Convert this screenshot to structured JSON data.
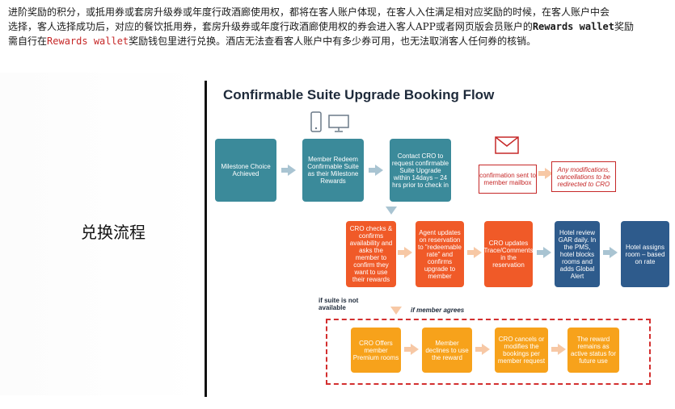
{
  "paragraph": {
    "line1": "进阶奖励的积分，或抵用券或套房升级券或年度行政酒廊使用权，都将在客人账户体现，在客人入住满足相对应奖励的时候，在客人账户中会",
    "line2_pre": "选择，客人选择成功后，对应的餐饮抵用券，套房升级券或年度行政酒廊使用权的券会进入客人APP或者网页版会员账户的",
    "line2_code": "Rewards wallet",
    "line2_post": "奖励",
    "line3_pre": "需自行在",
    "line3_code": "Rewards wallet",
    "line3_post": "奖励钱包里进行兑换。酒店无法查看客人账户中有多少券可用，也无法取消客人任何券的核销。"
  },
  "left_label": "兑换流程",
  "figure": {
    "title": "Confirmable Suite Upgrade Booking Flow",
    "row1": [
      "Milestone Choice Achieved",
      "Member Redeem Confirmable Suite as their Milestone Rewards",
      "Contact CRO to request confirmable Suite Upgrade within 14days – 24 hrs prior to check in"
    ],
    "confirmation": "confirmation sent to member mailbox",
    "modifications": "Any modifications, cancellations to be redirected to CRO",
    "row2": [
      "CRO checks & confirms availability and asks the member to confirm they want to use their rewards",
      "Agent updates on reservation to \"redeemable rate\" and confirms upgrade to member",
      "CRO updates Trace/Comments in the reservation",
      "Hotel review GAR daily. In the PMS, hotel blocks rooms and adds Global Alert",
      "Hotel assigns room – based on rate"
    ],
    "note_suite": "if suite is not available",
    "note_member": "if member agrees",
    "row3": [
      "CRO Offers member Premium rooms",
      "Member declines to use the reward",
      "CRO cancels or modifies the bookings per member request",
      "The reward remains as active status for future use"
    ]
  },
  "icons": [
    "phone-icon",
    "monitor-icon",
    "envelope-icon"
  ],
  "colors": {
    "teal": "#3b8a9a",
    "orange": "#f05a28",
    "navy": "#2e5b8c",
    "amber": "#f7a21b",
    "red": "#c62828"
  }
}
